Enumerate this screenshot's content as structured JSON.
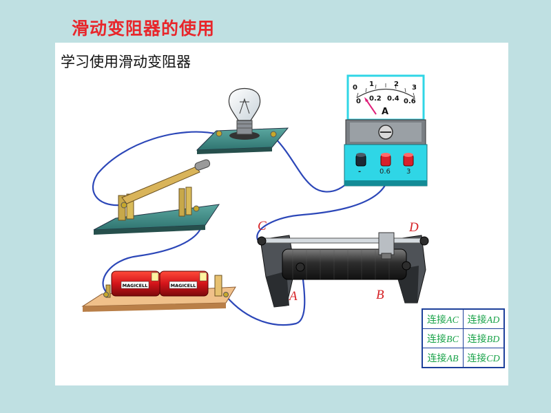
{
  "slide_title": "滑动变阻器的使用",
  "panel_title": "学习使用滑动变阻器",
  "ammeter": {
    "top_scale": [
      "0",
      "1",
      "2",
      "3"
    ],
    "bottom_scale": [
      "0",
      "0.2",
      "0.4",
      "0.6"
    ],
    "unit": "A",
    "terminals": [
      "-",
      "0.6",
      "3"
    ]
  },
  "battery": {
    "brand": "MAGICELL"
  },
  "rheostat_labels": {
    "A": "A",
    "B": "B",
    "C": "C",
    "D": "D"
  },
  "connections": [
    [
      {
        "prefix": "连接",
        "pair": "AC"
      },
      {
        "prefix": "连接",
        "pair": "AD"
      }
    ],
    [
      {
        "prefix": "连接",
        "pair": "BC"
      },
      {
        "prefix": "连接",
        "pair": "BD"
      }
    ],
    [
      {
        "prefix": "连接",
        "pair": "AB"
      },
      {
        "prefix": "连接",
        "pair": "CD"
      }
    ]
  ],
  "colors": {
    "title_red": "#e8262b",
    "wire_blue": "#2c47b8",
    "label_red": "#d52226",
    "table_green": "#1aa34a",
    "table_border": "#1c3f9a",
    "ammeter_cyan": "#2fd6e6"
  }
}
